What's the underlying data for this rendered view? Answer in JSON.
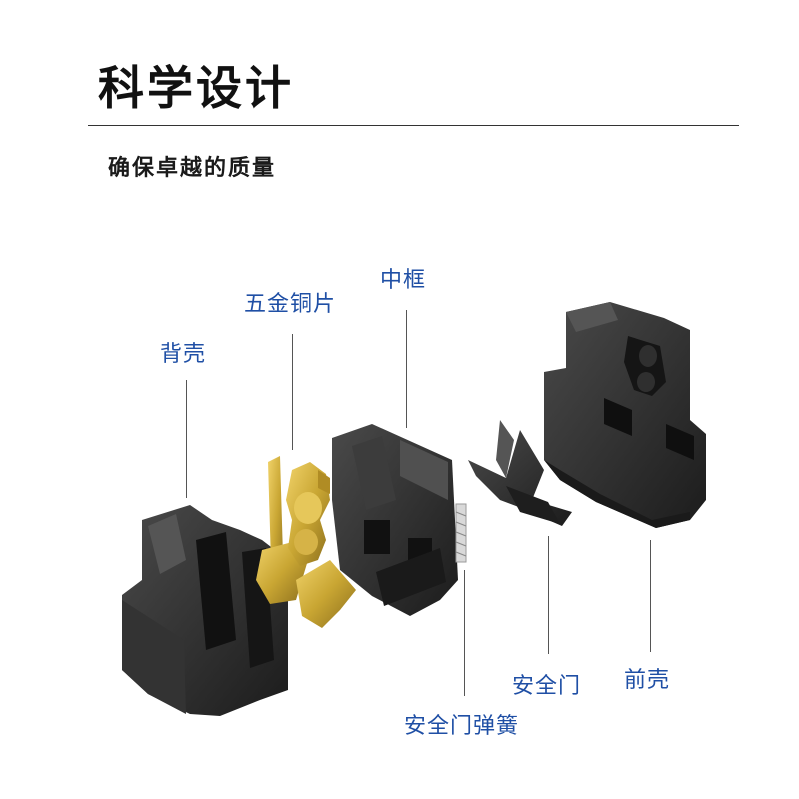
{
  "header": {
    "title": "科学设计",
    "subtitle": "确保卓越的质量"
  },
  "parts": {
    "back_shell": "背壳",
    "copper_plate": "五金铜片",
    "middle_frame": "中框",
    "safety_door": "安全门",
    "front_shell": "前壳",
    "safety_door_spring": "安全门弹簧"
  },
  "colors": {
    "label": "#1f4fa5",
    "plastic": "#2b2b2b",
    "copper": "#c9a633"
  }
}
